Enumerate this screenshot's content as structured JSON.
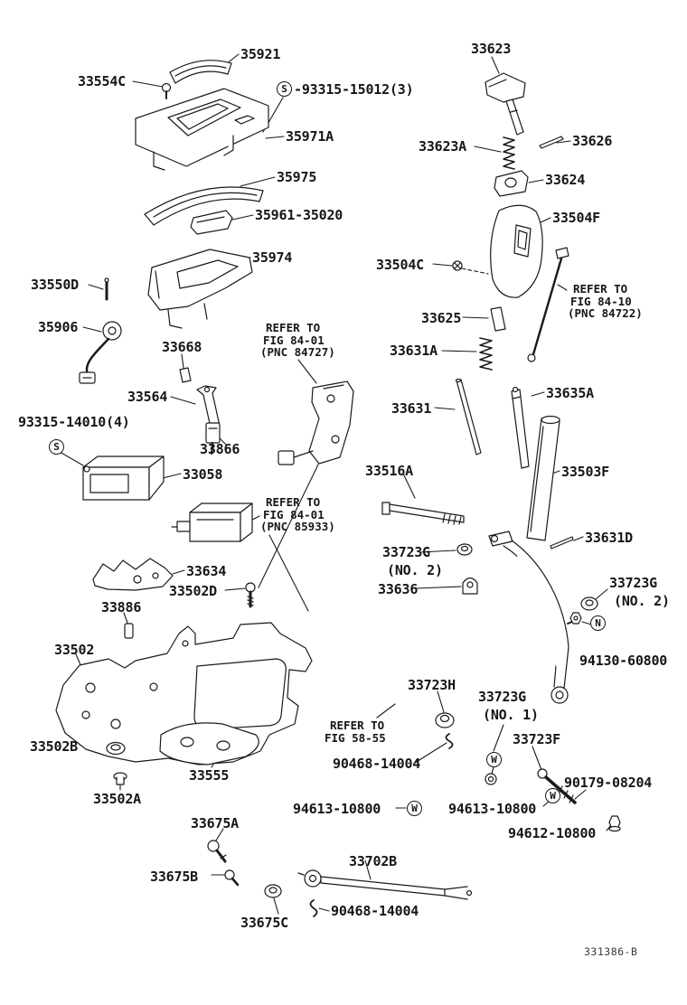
{
  "page": {
    "kind": "exploded-parts-diagram",
    "subject": "shift lever and retainer assembly",
    "background": "#ffffff",
    "ink": "#1a1a1a",
    "drawing_number": "331386-B"
  },
  "markers": {
    "s": "S",
    "w": "W",
    "n": "N"
  },
  "labels": [
    {
      "text": "35921"
    },
    {
      "text": "33554C"
    },
    {
      "text": "-93315-15012(3)"
    },
    {
      "text": "35971A"
    },
    {
      "text": "35975"
    },
    {
      "text": "35961-35020"
    },
    {
      "text": "35974"
    },
    {
      "text": "33550D"
    },
    {
      "text": "35906"
    },
    {
      "text": "33668"
    },
    {
      "text": "33564"
    },
    {
      "text": "93315-14010(4)"
    },
    {
      "text": "33866"
    },
    {
      "text": "33058"
    },
    {
      "text": "33634"
    },
    {
      "text": "33502D"
    },
    {
      "text": "33886"
    },
    {
      "text": "33502"
    },
    {
      "text": "33502B"
    },
    {
      "text": "33555"
    },
    {
      "text": "33502A"
    },
    {
      "text": "33675A"
    },
    {
      "text": "33675B"
    },
    {
      "text": "33675C"
    },
    {
      "text": "90468-14004"
    },
    {
      "text": "33702B"
    },
    {
      "text": "94613-10800"
    },
    {
      "text": "90468-14004"
    },
    {
      "text": "33723H"
    },
    {
      "text": "33723G",
      "sub": "(NO. 1)"
    },
    {
      "text": "33723F"
    },
    {
      "text": "94613-10800"
    },
    {
      "text": "90179-08204"
    },
    {
      "text": "94612-10800"
    },
    {
      "text": "94130-60800"
    },
    {
      "text": "33723G",
      "sub": "(NO. 2)"
    },
    {
      "text": "33631D"
    },
    {
      "text": "33503F"
    },
    {
      "text": "33635A"
    },
    {
      "text": "33631"
    },
    {
      "text": "33516A"
    },
    {
      "text": "33723G",
      "sub": "(NO. 2)"
    },
    {
      "text": "33636"
    },
    {
      "text": "33631A"
    },
    {
      "text": "33625"
    },
    {
      "text": "33504C"
    },
    {
      "text": "33504F"
    },
    {
      "text": "33624"
    },
    {
      "text": "33626"
    },
    {
      "text": "33623A"
    },
    {
      "text": "33623"
    }
  ],
  "notes": [
    {
      "lines": [
        "REFER TO",
        "FIG 84-01",
        "(PNC 84727)"
      ]
    },
    {
      "lines": [
        "REFER TO",
        "FIG 84-01",
        "(PNC 85933)"
      ]
    },
    {
      "lines": [
        "REFER TO",
        "FIG 58-55"
      ]
    },
    {
      "lines": [
        "REFER TO",
        "FIG 84-10",
        "(PNC 84722)"
      ]
    }
  ]
}
